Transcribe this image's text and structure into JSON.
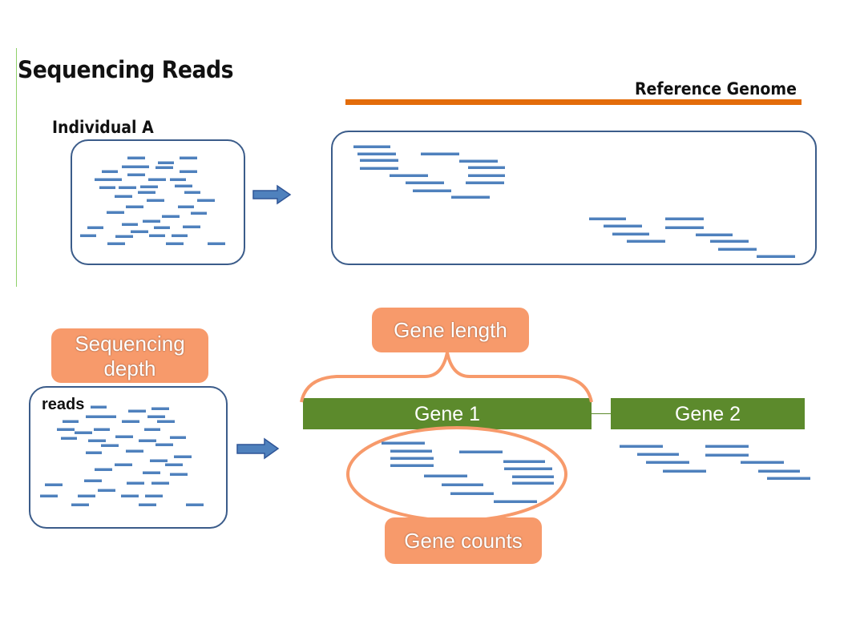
{
  "title": "Sequencing Reads",
  "reference_genome_label": "Reference Genome",
  "individual_label": "Individual A",
  "reads_label": "reads",
  "callouts": {
    "sequencing_depth": "Sequencing depth",
    "gene_length": "Gene length",
    "gene_counts": "Gene counts"
  },
  "genes": [
    "Gene 1",
    "Gene 2"
  ],
  "colors": {
    "read": "#4f81bd",
    "box_border": "#3b5c8a",
    "reference_bar": "#e36c0a",
    "gene": "#5c8a2c",
    "callout": "#f79a6b",
    "arrow": "#4f81bd"
  },
  "icons": [
    "right-arrow-icon",
    "curly-brace-icon",
    "ellipse-highlight-icon"
  ]
}
